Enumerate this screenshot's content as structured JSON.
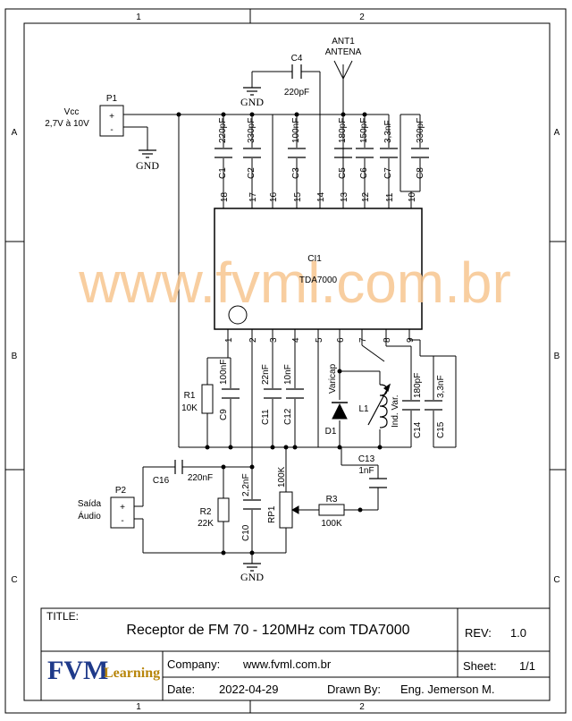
{
  "border": {
    "cols": [
      "1",
      "2",
      "1",
      "2"
    ],
    "rows": [
      "A",
      "A",
      "B",
      "B",
      "C",
      "C"
    ]
  },
  "watermark": "www.fvml.com.br",
  "chip": {
    "ref": "CI1",
    "part": "TDA7000",
    "top_pins": [
      "18",
      "17",
      "16",
      "15",
      "14",
      "13",
      "12",
      "11",
      "10"
    ],
    "bottom_pins": [
      "1",
      "2",
      "3",
      "4",
      "5",
      "6",
      "7",
      "8",
      "9"
    ]
  },
  "power": {
    "ref": "P1",
    "voltage": "Vcc",
    "range": "2,7V à 10V",
    "plus": "+",
    "minus": "-"
  },
  "output": {
    "ref": "P2",
    "label_line1": "Saída",
    "label_line2": "Áudio",
    "plus": "+",
    "minus": "-"
  },
  "antenna": {
    "ref": "ANT1",
    "name": "ANTENA"
  },
  "gnd": "GND",
  "components": {
    "c1": [
      "C1",
      "220pF"
    ],
    "c2": [
      "C2",
      "330pF"
    ],
    "c3": [
      "C3",
      "100nF"
    ],
    "c4": [
      "C4",
      "220pF"
    ],
    "c5": [
      "C5",
      "180pF"
    ],
    "c6": [
      "C6",
      "150pF"
    ],
    "c7": [
      "C7",
      "3,3nF"
    ],
    "c8": [
      "C8",
      "330pF"
    ],
    "c9": [
      "C9",
      "100nF"
    ],
    "c10": [
      "C10",
      "2,2nF"
    ],
    "c11": [
      "C11",
      "22nF"
    ],
    "c12": [
      "C12",
      "10nF"
    ],
    "c13": [
      "C13",
      "1nF"
    ],
    "c14": [
      "C14",
      "180pF"
    ],
    "c15": [
      "C15",
      "3,3nF"
    ],
    "c16": [
      "C16",
      "220nF"
    ],
    "r1": [
      "R1",
      "10K"
    ],
    "r2": [
      "R2",
      "22K"
    ],
    "r3": [
      "R3",
      "100K"
    ],
    "rp1": [
      "RP1",
      "100K"
    ],
    "d1": [
      "D1",
      "Varicap"
    ],
    "l1": [
      "L1",
      "Ind. Var."
    ]
  },
  "title_block": {
    "title_label": "TITLE:",
    "title": "Receptor de FM 70 - 120MHz com TDA7000",
    "rev_label": "REV:",
    "rev": "1.0",
    "logo_main": "FVM",
    "logo_sub": "Learning",
    "company_label": "Company:",
    "company": "www.fvml.com.br",
    "sheet_label": "Sheet:",
    "sheet": "1/1",
    "date_label": "Date:",
    "date": "2022-04-29",
    "drawn_label": "Drawn By:",
    "drawn": "Eng. Jemerson M."
  },
  "colors": {
    "line": "#000000",
    "watermark": "#f7c690",
    "logo_blue": "#1f3a8a",
    "logo_gold": "#b8860b"
  }
}
